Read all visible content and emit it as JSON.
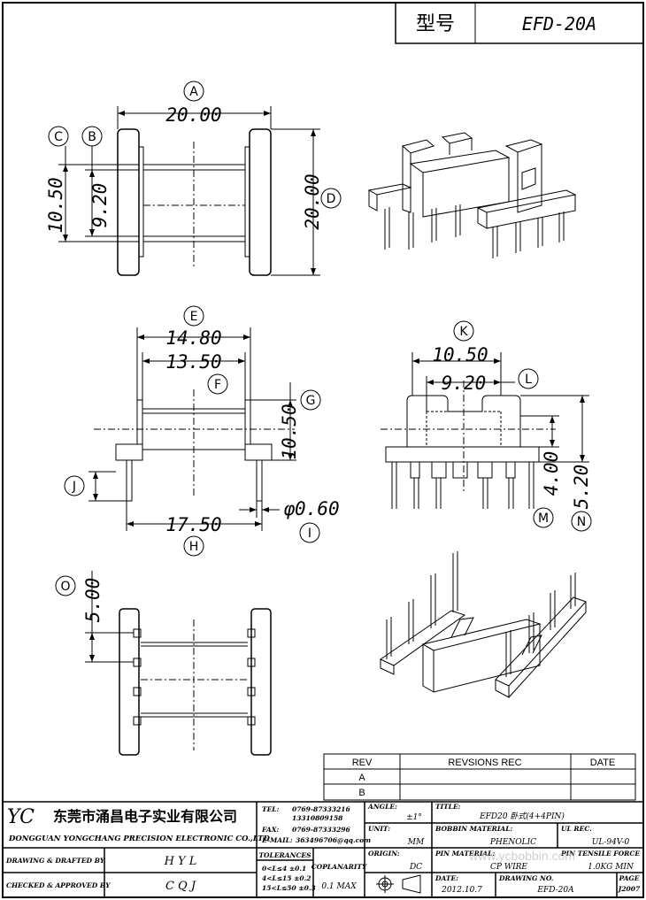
{
  "header": {
    "model_label": "型号",
    "model_value": "EFD-20A"
  },
  "dimensions": {
    "top_width": "20.00",
    "top_height": "20.00",
    "top_h1": "10.50",
    "top_h2": "9.20",
    "front_w1": "14.80",
    "front_w2": "13.50",
    "front_h": "10.50",
    "front_pin_span": "17.50",
    "pin_dia": "φ0.60",
    "side_w1": "10.50",
    "side_w2": "9.20",
    "side_h1": "4.00",
    "side_h2": "5.20",
    "bottom_pitch": "5.00"
  },
  "callouts": {
    "A": "A",
    "B": "B",
    "C": "C",
    "D": "D",
    "E": "E",
    "F": "F",
    "G": "G",
    "H": "H",
    "I": "I",
    "J": "J",
    "K": "K",
    "L": "L",
    "M": "M",
    "N": "N",
    "O": "O"
  },
  "revision": {
    "rev_header": "REV",
    "rec_header": "REVSIONS REC",
    "date_header": "DATE",
    "row_a": "A",
    "row_b": "B"
  },
  "company": {
    "logo": "YC",
    "name_cn": "东莞市涌昌电子实业有限公司",
    "name_en": "DONGGUAN YONGCHANG PRECISION ELECTRONIC CO.,LTD"
  },
  "contact": {
    "tel_label": "TEL:",
    "tel1": "0769-87333216",
    "tel2": "13310809158",
    "fax_label": "FAX:",
    "fax": "0769-87333296",
    "email_label": "E-MAIL:",
    "email": "363496706@qq.com"
  },
  "title_block": {
    "angle_label": "ANGLE:",
    "angle_value": "±1°",
    "title_label": "TITLE:",
    "title_value": "EFD20 卧式(4+4PIN)",
    "unit_label": "UNIT:",
    "unit_value": "MM",
    "bobbin_label": "BOBBIN MATERIAL:",
    "bobbin_value": "PHENOLIC",
    "ul_label": "UL REC.",
    "ul_value": "UL-94V-0",
    "origin_label": "ORIGIN:",
    "origin_value": "DC",
    "pin_label": "PIN MATERIAL:",
    "pin_value": "CP WIRE",
    "tensile_label": "PIN TENSILE FORCE",
    "tensile_value": "1.0KG MIN",
    "date_label": "DATE:",
    "date_value": "2012.10.7",
    "drawing_no_label": "DRAWING NO.",
    "drawing_no_value": "EFD-20A",
    "page_label": "PAGE",
    "page_value": "J2007",
    "drawn_label": "DRAWING & DRAFTED BY",
    "drawn_value": "H Y L",
    "checked_label": "CHECKED & APPROVED BY",
    "checked_value": "C Q J",
    "tolerances_label": "TOLERANCES",
    "tol1": "0<L≤4   ±0.1",
    "tol2": "4<L≤15  ±0.2",
    "tol3": "15<L≤50  ±0.3",
    "coplanarity_label": "COPLANARITY",
    "coplanarity_value": "0.1 MAX"
  },
  "watermark": "www.ycbobbin.com"
}
